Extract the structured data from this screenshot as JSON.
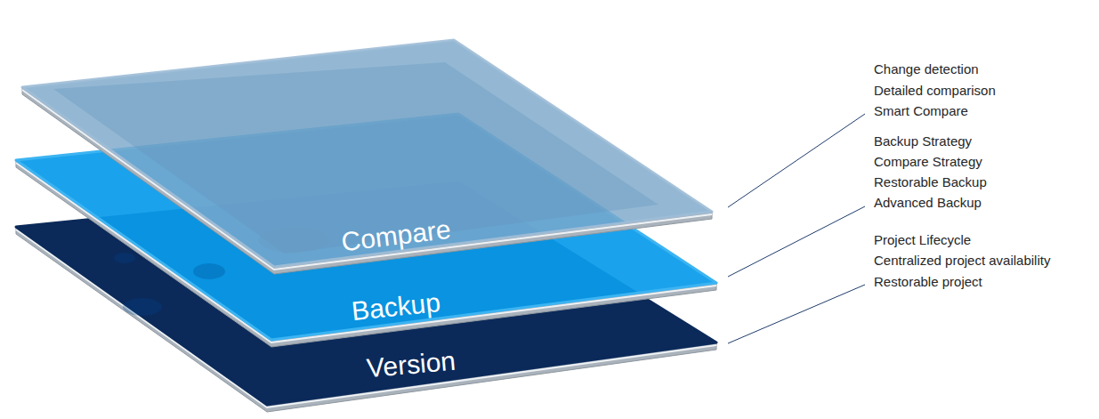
{
  "diagram": {
    "nodes": [
      {
        "text": [
          "Compare"
        ]
      },
      {
        "text": [
          "Backup"
        ]
      },
      {
        "text": [
          "Version"
        ]
      }
    ],
    "labels": [
      "Change detection",
      "Detailed comparison",
      "Smart Compare",
      "Backup Strategy",
      "Compare Strategy",
      "Restorable Backup",
      "Advanced Backup",
      "Project Lifecycle",
      "Centralized project availability",
      "Restorable project"
    ]
  }
}
